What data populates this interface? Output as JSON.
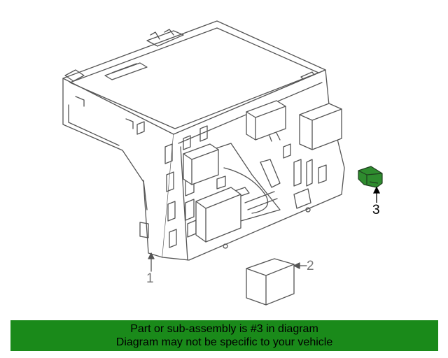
{
  "callouts": [
    {
      "number": "1"
    },
    {
      "number": "2"
    },
    {
      "number": "3"
    }
  ],
  "banner": {
    "line1": "Part or sub-assembly is #3 in diagram",
    "line2": "Diagram may not be specific to your vehicle",
    "background_color": "#1a8a1a"
  },
  "highlight_color": "#2e8b2e",
  "line_color": "#555555"
}
